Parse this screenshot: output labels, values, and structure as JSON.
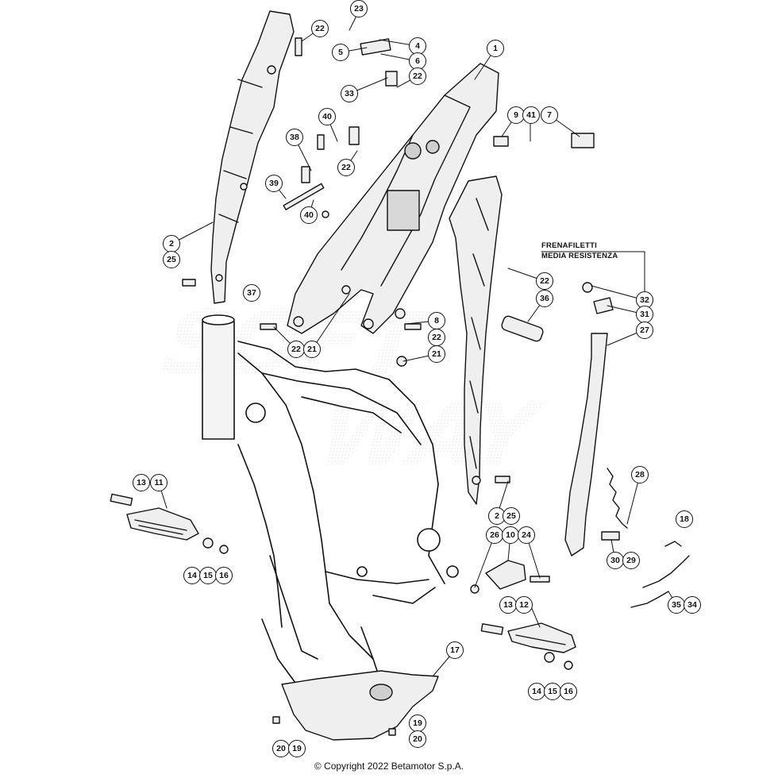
{
  "note": {
    "line1": "FRENAFILETTI",
    "line2": "MEDIA RESISTENZA"
  },
  "copyright": "© Copyright 2022 Betamotor S.p.A.",
  "watermark": "SOFTWAY",
  "callouts": [
    {
      "id": "c-23",
      "label": "23"
    },
    {
      "id": "c-22a",
      "label": "22"
    },
    {
      "id": "c-4",
      "label": "4"
    },
    {
      "id": "c-5",
      "label": "5"
    },
    {
      "id": "c-6",
      "label": "6"
    },
    {
      "id": "c-22b",
      "label": "22"
    },
    {
      "id": "c-1",
      "label": "1"
    },
    {
      "id": "c-33",
      "label": "33"
    },
    {
      "id": "c-40a",
      "label": "40"
    },
    {
      "id": "c-38",
      "label": "38"
    },
    {
      "id": "c-22c",
      "label": "22"
    },
    {
      "id": "c-9",
      "label": "9"
    },
    {
      "id": "c-41",
      "label": "41"
    },
    {
      "id": "c-7",
      "label": "7"
    },
    {
      "id": "c-39",
      "label": "39"
    },
    {
      "id": "c-40b",
      "label": "40"
    },
    {
      "id": "c-2a",
      "label": "2"
    },
    {
      "id": "c-25a",
      "label": "25"
    },
    {
      "id": "c-22d",
      "label": "22"
    },
    {
      "id": "c-37",
      "label": "37"
    },
    {
      "id": "c-36",
      "label": "36"
    },
    {
      "id": "c-32",
      "label": "32"
    },
    {
      "id": "c-31",
      "label": "31"
    },
    {
      "id": "c-8",
      "label": "8"
    },
    {
      "id": "c-22e",
      "label": "22"
    },
    {
      "id": "c-27",
      "label": "27"
    },
    {
      "id": "c-22f",
      "label": "22"
    },
    {
      "id": "c-21a",
      "label": "21"
    },
    {
      "id": "c-21b",
      "label": "21"
    },
    {
      "id": "c-28",
      "label": "28"
    },
    {
      "id": "c-13a",
      "label": "13"
    },
    {
      "id": "c-11",
      "label": "11"
    },
    {
      "id": "c-2b",
      "label": "2"
    },
    {
      "id": "c-25b",
      "label": "25"
    },
    {
      "id": "c-26",
      "label": "26"
    },
    {
      "id": "c-10",
      "label": "10"
    },
    {
      "id": "c-24",
      "label": "24"
    },
    {
      "id": "c-18",
      "label": "18"
    },
    {
      "id": "c-14a",
      "label": "14"
    },
    {
      "id": "c-15a",
      "label": "15"
    },
    {
      "id": "c-16a",
      "label": "16"
    },
    {
      "id": "c-30",
      "label": "30"
    },
    {
      "id": "c-29",
      "label": "29"
    },
    {
      "id": "c-35",
      "label": "35"
    },
    {
      "id": "c-34",
      "label": "34"
    },
    {
      "id": "c-13b",
      "label": "13"
    },
    {
      "id": "c-12",
      "label": "12"
    },
    {
      "id": "c-17",
      "label": "17"
    },
    {
      "id": "c-14b",
      "label": "14"
    },
    {
      "id": "c-15b",
      "label": "15"
    },
    {
      "id": "c-16b",
      "label": "16"
    },
    {
      "id": "c-19a",
      "label": "19"
    },
    {
      "id": "c-20a",
      "label": "20"
    },
    {
      "id": "c-20b",
      "label": "20"
    },
    {
      "id": "c-19b",
      "label": "19"
    }
  ],
  "colors": {
    "line": "#111111",
    "part_fill": "#e9e9e9",
    "part_dark": "#8a8a8a",
    "watermark": "#cfcfcf"
  }
}
